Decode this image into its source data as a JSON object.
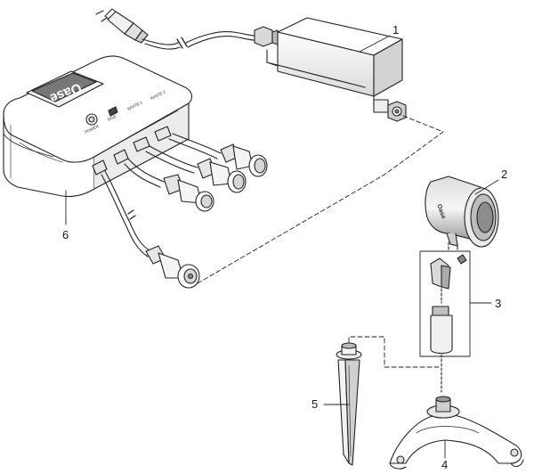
{
  "callouts": {
    "c1": "1",
    "c2": "2",
    "c3": "3",
    "c4": "4",
    "c5": "5",
    "c6": "6"
  },
  "controller": {
    "logo": "Oase",
    "port_labels": [
      "POWER",
      "RGB",
      "WHITE 1",
      "WHITE 2"
    ]
  },
  "lamp": {
    "logo": "Oase"
  }
}
